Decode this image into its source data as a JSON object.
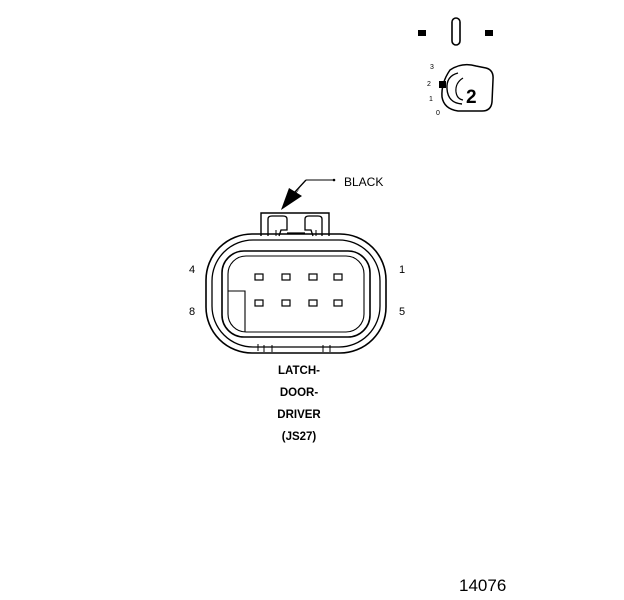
{
  "colors": {
    "line": "#000000",
    "background": "#ffffff"
  },
  "key_view": {
    "index_labels": [
      "3",
      "2",
      "1",
      "0"
    ],
    "key_number": "2"
  },
  "connector": {
    "arrow_label": "BLACK",
    "pin_labels": {
      "top_left": "4",
      "top_right": "1",
      "bottom_left": "8",
      "bottom_right": "5"
    },
    "name_lines": [
      "LATCH-",
      "DOOR-",
      "DRIVER",
      "(JS27)"
    ]
  },
  "figure_number": "14076"
}
